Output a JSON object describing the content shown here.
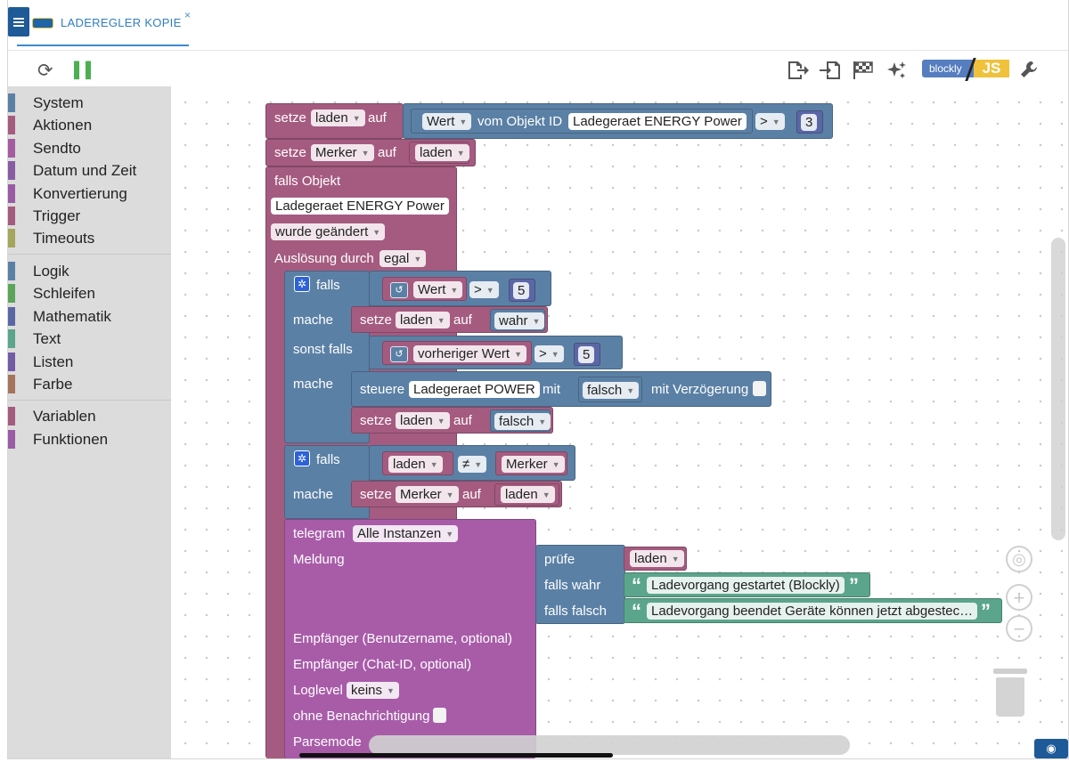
{
  "tab": {
    "title": "LADEREGLER KOPIE",
    "close": "×"
  },
  "toolbar": {
    "blockly_label": "blockly",
    "js_label": "JS"
  },
  "categories_a": [
    {
      "label": "System",
      "color": "#5b80a5"
    },
    {
      "label": "Aktionen",
      "color": "#a55b80"
    },
    {
      "label": "Sendto",
      "color": "#a55b9f"
    },
    {
      "label": "Datum und Zeit",
      "color": "#8a5ba5"
    },
    {
      "label": "Konvertierung",
      "color": "#9a5ba5"
    },
    {
      "label": "Trigger",
      "color": "#a55b80"
    },
    {
      "label": "Timeouts",
      "color": "#a5a55b"
    }
  ],
  "categories_b": [
    {
      "label": "Logik",
      "color": "#5b80a5"
    },
    {
      "label": "Schleifen",
      "color": "#5ba55b"
    },
    {
      "label": "Mathematik",
      "color": "#5b67a5"
    },
    {
      "label": "Text",
      "color": "#5ba58c"
    },
    {
      "label": "Listen",
      "color": "#745ba5"
    },
    {
      "label": "Farbe",
      "color": "#a5745b"
    }
  ],
  "categories_c": [
    {
      "label": "Variablen",
      "color": "#a55b80"
    },
    {
      "label": "Funktionen",
      "color": "#9a5ca6"
    }
  ],
  "blocks": {
    "setze": "setze",
    "auf": "auf",
    "var_laden": "laden",
    "var_merker": "Merker",
    "wert": "Wert",
    "vom_objekt": "vom Objekt ID",
    "obj_power": "Ladegeraet ENERGY  Power",
    "op_gt": ">",
    "num_3": "3",
    "falls_objekt": "falls Objekt",
    "wurde_geaendert": "wurde geändert",
    "ausloesung": "Auslösung durch",
    "egal": "egal",
    "falls": "falls",
    "mache": "mache",
    "sonst_falls": "sonst falls",
    "wert_field": "Wert",
    "vorheriger_wert": "vorheriger Wert",
    "num_5": "5",
    "wahr": "wahr",
    "falsch": "falsch",
    "steuere": "steuere",
    "obj_ladegeraet_power": "Ladegeraet POWER",
    "mit": "mit",
    "mit_verzoegerung": "mit Verzögerung",
    "op_ne": "≠",
    "telegram": "telegram",
    "alle_instanzen": "Alle Instanzen",
    "meldung": "Meldung",
    "pruefe": "prüfe",
    "falls_wahr": "falls wahr",
    "falls_falsch": "falls falsch",
    "text_true": "Ladevorgang gestartet (Blockly)",
    "text_false": "Ladevorgang beendet Geräte können jetzt abgestec…",
    "empf_name": "Empfänger (Benutzername, optional)",
    "empf_chat": "Empfänger (Chat-ID, optional)",
    "loglevel": "Loglevel",
    "keins": "keins",
    "ohne_benachrichtigung": "ohne Benachrichtigung",
    "parsemode": "Parsemode"
  }
}
